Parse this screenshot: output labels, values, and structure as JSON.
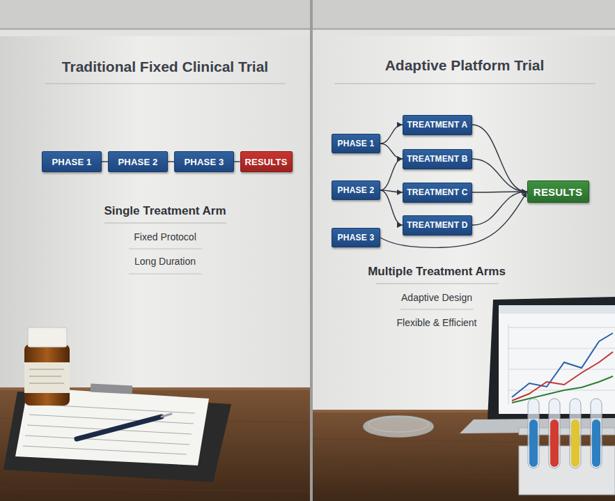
{
  "diagram": {
    "nodes": [
      {
        "text": [
          "PHASE 1"
        ]
      },
      {
        "text": [
          "PHASE 2"
        ]
      },
      {
        "text": [
          "PHASE 3"
        ]
      },
      {
        "text": [
          "RESULTS"
        ]
      },
      {
        "text": [
          "PHASE 1"
        ]
      },
      {
        "text": [
          "PHASE 2"
        ]
      },
      {
        "text": [
          "PHASE 3"
        ]
      },
      {
        "text": [
          "TREATMENT A"
        ]
      },
      {
        "text": [
          "TREATMENT B"
        ]
      },
      {
        "text": [
          "TREATMENT C"
        ]
      },
      {
        "text": [
          "TREATMENT D"
        ]
      },
      {
        "text": [
          "RESULTS"
        ]
      }
    ],
    "edges": [
      {
        "from": 0,
        "to": 1,
        "arrow": "none"
      },
      {
        "from": 1,
        "to": 2,
        "arrow": "none"
      },
      {
        "from": 2,
        "to": 3,
        "arrow": "none"
      },
      {
        "from": 4,
        "to": 7,
        "arrow": "to"
      },
      {
        "from": 4,
        "to": 8,
        "arrow": "to"
      },
      {
        "from": 5,
        "to": 8,
        "arrow": "to"
      },
      {
        "from": 5,
        "to": 9,
        "arrow": "to"
      },
      {
        "from": 5,
        "to": 10,
        "arrow": "to"
      },
      {
        "from": 6,
        "to": 11,
        "arrow": "to"
      },
      {
        "from": 7,
        "to": 11,
        "arrow": "to"
      },
      {
        "from": 8,
        "to": 11,
        "arrow": "to"
      },
      {
        "from": 9,
        "to": 11,
        "arrow": "to"
      },
      {
        "from": 10,
        "to": 11,
        "arrow": "to"
      }
    ],
    "labels": [
      "Traditional Fixed Clinical Trial",
      "Single Treatment Arm",
      "Fixed Protocol",
      "Long Duration",
      "Adaptive Platform Trial",
      "Multiple Treatment Arms",
      "Adaptive Design",
      "Flexible & Efficient"
    ]
  }
}
